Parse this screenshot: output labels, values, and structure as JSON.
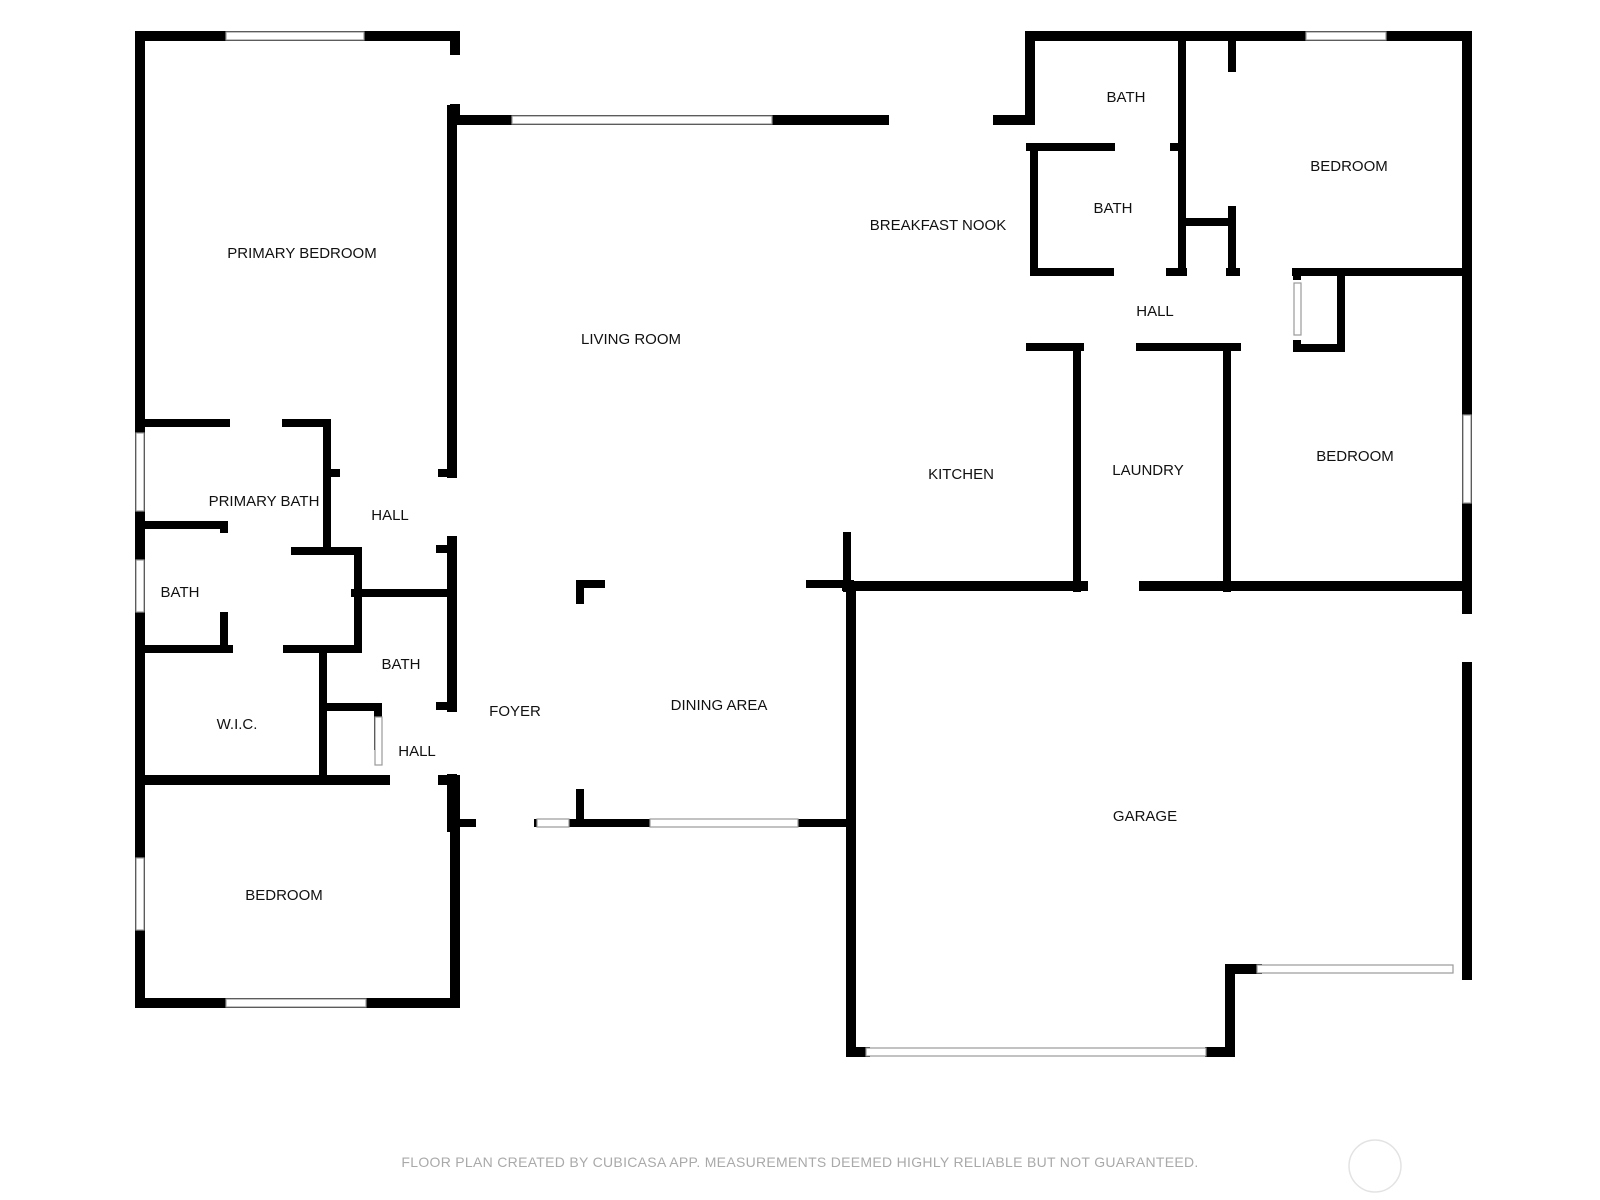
{
  "rooms": {
    "primary_bedroom": "PRIMARY BEDROOM",
    "living_room": "LIVING ROOM",
    "breakfast_nook": "BREAKFAST NOOK",
    "bath_top": "BATH",
    "bath_mid": "BATH",
    "bedroom_ne": "BEDROOM",
    "hall_ne": "HALL",
    "primary_bath": "PRIMARY BATH",
    "hall_w": "HALL",
    "bath_w": "BATH",
    "bath_center": "BATH",
    "wic": "W.I.C.",
    "hall_sw": "HALL",
    "foyer": "FOYER",
    "dining_area": "DINING AREA",
    "kitchen": "KITCHEN",
    "laundry": "LAUNDRY",
    "bedroom_e": "BEDROOM",
    "bedroom_sw": "BEDROOM",
    "garage": "GARAGE"
  },
  "footer": {
    "note": "FLOOR PLAN CREATED BY CUBICASA APP. MEASUREMENTS DEEMED HIGHLY RELIABLE BUT NOT GUARANTEED."
  }
}
